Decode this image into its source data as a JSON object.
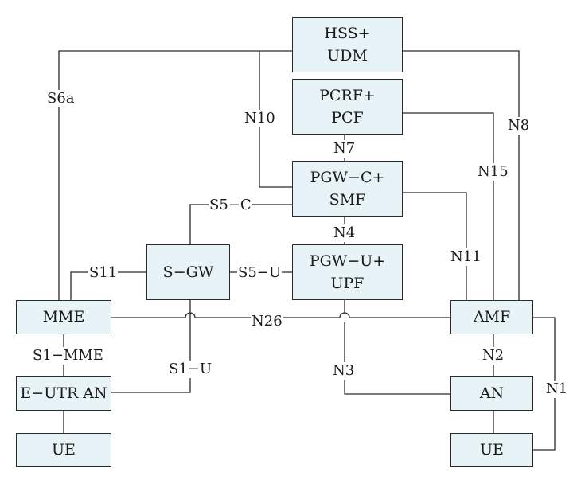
{
  "nodes": {
    "hss_udm": [
      "HSS+",
      "UDM"
    ],
    "pcrf_pcf": [
      "PCRF+",
      "PCF"
    ],
    "pgwc_smf": [
      "PGW−C+",
      "SMF"
    ],
    "pgwu_upf": [
      "PGW−U+",
      "UPF"
    ],
    "sgw": "S−GW",
    "mme": "MME",
    "eutran": "E−UTR AN",
    "ue_left": "UE",
    "amf": "AMF",
    "an": "AN",
    "ue_right": "UE"
  },
  "interfaces": {
    "s6a": "S6a",
    "n10": "N10",
    "n7": "N7",
    "n8": "N8",
    "n15": "N15",
    "s5c": "S5−C",
    "n4": "N4",
    "n11": "N11",
    "s11": "S11",
    "s5u": "S5−U",
    "n26": "N26",
    "s1mme": "S1−MME",
    "s1u": "S1−U",
    "n3": "N3",
    "n2": "N2",
    "n1": "N1"
  },
  "colors": {
    "box_fill": "#e8f3f8",
    "line": "#2a2a2a"
  }
}
